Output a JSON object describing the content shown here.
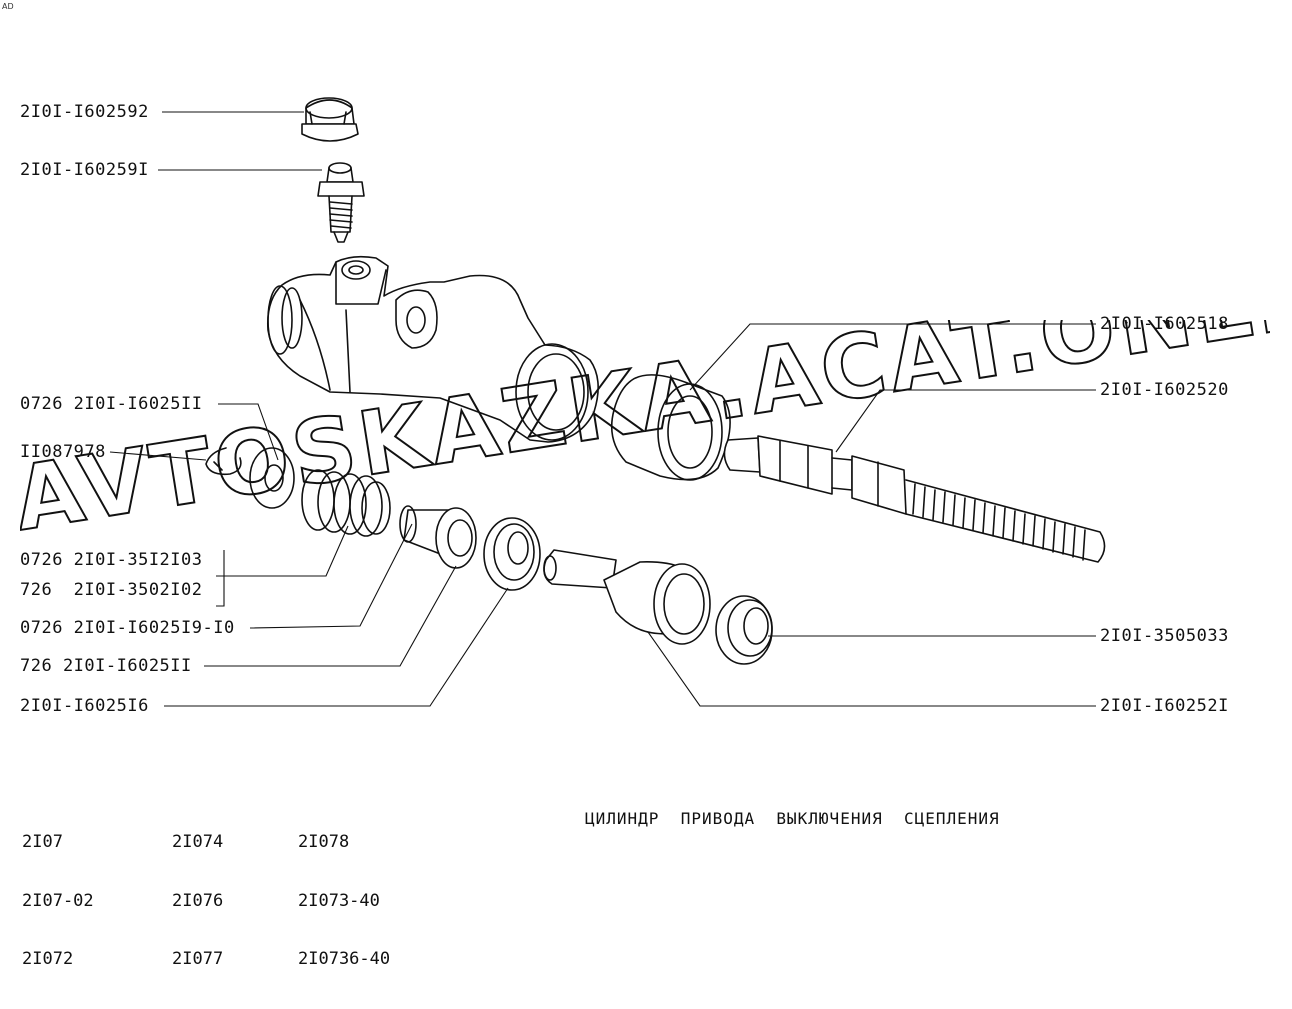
{
  "corner_mark": "AD",
  "labels": {
    "l1": "2I0I-I602592",
    "l2": "2I0I-I60259I",
    "l3": "0726 2I0I-I6025II",
    "l4": "II087978",
    "l5": "0726 2I0I-35I2I03",
    "l6": "726  2I0I-3502I02",
    "l7": "0726 2I0I-I6025I9-I0",
    "l8": "726 2I0I-I6025II",
    "l9": "2I0I-I6025I6",
    "r1": "2I0I-I602518",
    "r2": "2I0I-I602520",
    "r3": "2I0I-3505033",
    "r4": "2I0I-I60252I"
  },
  "models": {
    "col1": [
      "2I07",
      "2I07-02",
      "2I072"
    ],
    "col2": [
      "2I074",
      "2I076",
      "2I077"
    ],
    "col3": [
      "2I078",
      "2I073-40",
      "2I0736-40"
    ]
  },
  "title": "ЦИЛИНДР  ПРИВОДА  ВЫКЛЮЧЕНИЯ  СЦЕПЛЕНИЯ",
  "watermark": "AVTOSKAZKA.ACAT.ONLINE"
}
